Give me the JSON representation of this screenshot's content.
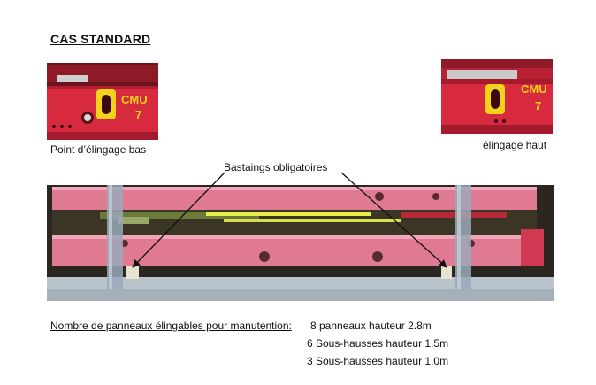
{
  "title": "CAS STANDARD",
  "left_detail": {
    "badge_text": "CMU",
    "badge_value": "7",
    "caption": "Point d’élingage bas"
  },
  "right_detail": {
    "badge_text": "CMU",
    "badge_value": "7",
    "caption": "élingage haut"
  },
  "main_photo": {
    "callout": "Bastaings obligatoires"
  },
  "info": {
    "heading": "Nombre de panneaux élingables pour manutention:",
    "lines": [
      "8 panneaux hauteur 2.8m",
      "6 Sous-hausses hauteur 1.5m",
      "3 Sous-hausses hauteur 1.0m"
    ]
  },
  "colors": {
    "beam_red": "#c8243a",
    "beam_pink": "#e07a93",
    "badge_yellow": "#f2d21a",
    "strap_blue": "#9aa9b8"
  }
}
